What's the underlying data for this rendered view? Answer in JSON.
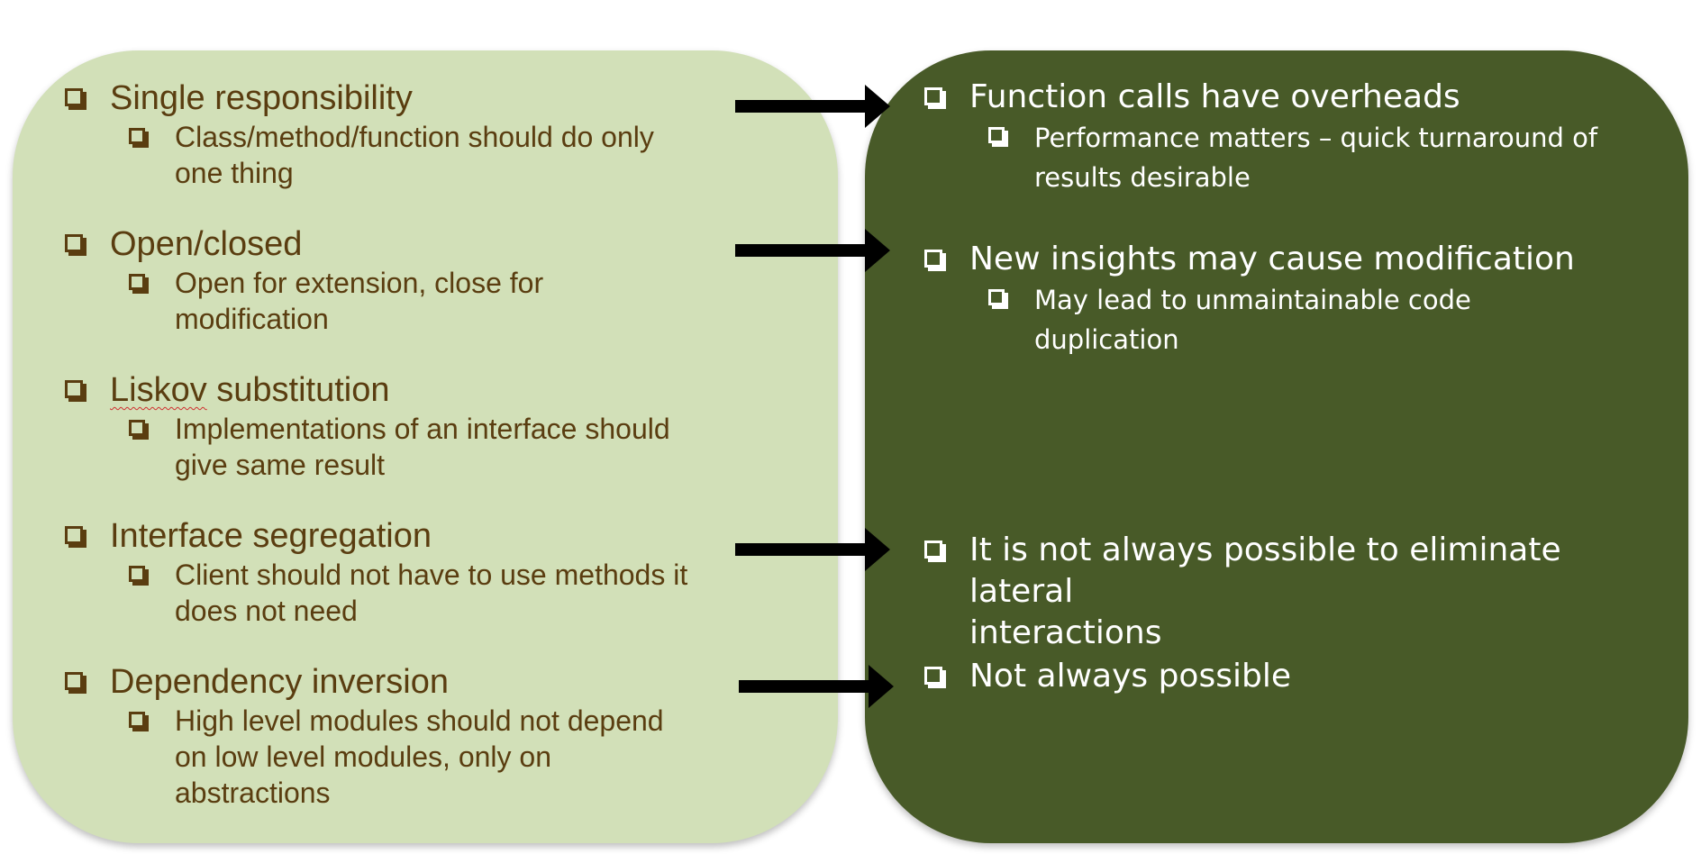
{
  "left_panel": {
    "items": [
      {
        "title": "Single responsibility",
        "detail_lines": [
          "Class/method/function should do only",
          "one thing"
        ]
      },
      {
        "title": "Open/closed",
        "detail_lines": [
          "Open for extension, close for",
          "modification"
        ]
      },
      {
        "title_pre": "",
        "title_flag": "Liskov",
        "title_post": " substitution",
        "detail_lines": [
          "Implementations of an interface should",
          "give same result"
        ]
      },
      {
        "title": "Interface segregation",
        "detail_lines": [
          "Client should not have to use methods it",
          "does not need"
        ]
      },
      {
        "title": "Dependency inversion",
        "detail_lines": [
          "High level modules should not depend",
          "on low level modules, only on",
          "abstractions"
        ]
      }
    ]
  },
  "right_panel": {
    "items": [
      {
        "title_lines": [
          "Function calls have overheads"
        ],
        "detail_lines": [
          "Performance matters – quick turnaround of",
          "results desirable"
        ]
      },
      {
        "title_lines": [
          "New insights may cause modification"
        ],
        "detail_lines": [
          "May lead to unmaintainable code",
          "duplication"
        ]
      },
      {
        "title_lines": [
          "It is not always possible to eliminate lateral",
          "interactions"
        ],
        "detail_lines": []
      },
      {
        "title_lines": [
          "Not always possible"
        ],
        "detail_lines": []
      }
    ]
  },
  "colors": {
    "left_panel_bg": "#d2e0b8",
    "right_panel_bg": "#485a28",
    "left_text": "#5a3d10",
    "right_text": "#ffffff",
    "arrow": "#000000"
  },
  "icons": {
    "bullet": "checkbox-bullet-icon",
    "connector": "right-arrow-icon"
  }
}
